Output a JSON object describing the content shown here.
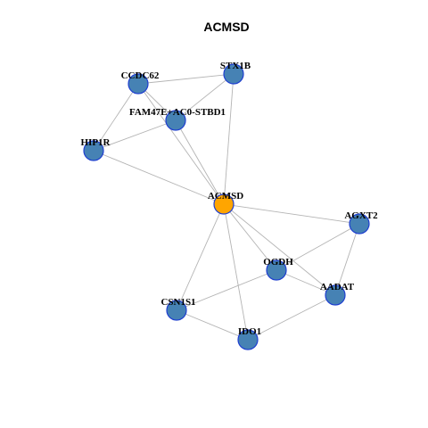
{
  "title": "ACMSD",
  "colors": {
    "node_fill": "#4682b4",
    "center_fill": "#ffa500",
    "node_stroke": "#1f3fd0",
    "edge": "#b4b4b4"
  },
  "nodes": [
    {
      "id": "ACMSD",
      "label": "ACMSD",
      "center": true
    },
    {
      "id": "STX1B",
      "label": "STX1B"
    },
    {
      "id": "CCDC62",
      "label": "CCDC62"
    },
    {
      "id": "FAM47E",
      "label": "FAM47E+AC0-STBD1"
    },
    {
      "id": "HIP1R",
      "label": "HIP1R"
    },
    {
      "id": "AGXT2",
      "label": "AGXT2"
    },
    {
      "id": "OGDH",
      "label": "OGDH"
    },
    {
      "id": "AADAT",
      "label": "AADAT"
    },
    {
      "id": "CSN1S1",
      "label": "CSN1S1"
    },
    {
      "id": "IDO1",
      "label": "IDO1"
    }
  ],
  "edges": [
    [
      "CCDC62",
      "STX1B"
    ],
    [
      "CCDC62",
      "HIP1R"
    ],
    [
      "CCDC62",
      "ACMSD"
    ],
    [
      "CCDC62",
      "FAM47E"
    ],
    [
      "STX1B",
      "FAM47E"
    ],
    [
      "STX1B",
      "ACMSD"
    ],
    [
      "FAM47E",
      "HIP1R"
    ],
    [
      "FAM47E",
      "ACMSD"
    ],
    [
      "HIP1R",
      "ACMSD"
    ],
    [
      "ACMSD",
      "AGXT2"
    ],
    [
      "ACMSD",
      "OGDH"
    ],
    [
      "ACMSD",
      "AADAT"
    ],
    [
      "ACMSD",
      "CSN1S1"
    ],
    [
      "ACMSD",
      "IDO1"
    ],
    [
      "AGXT2",
      "OGDH"
    ],
    [
      "AGXT2",
      "AADAT"
    ],
    [
      "OGDH",
      "AADAT"
    ],
    [
      "OGDH",
      "CSN1S1"
    ],
    [
      "CSN1S1",
      "IDO1"
    ],
    [
      "IDO1",
      "AADAT"
    ]
  ]
}
